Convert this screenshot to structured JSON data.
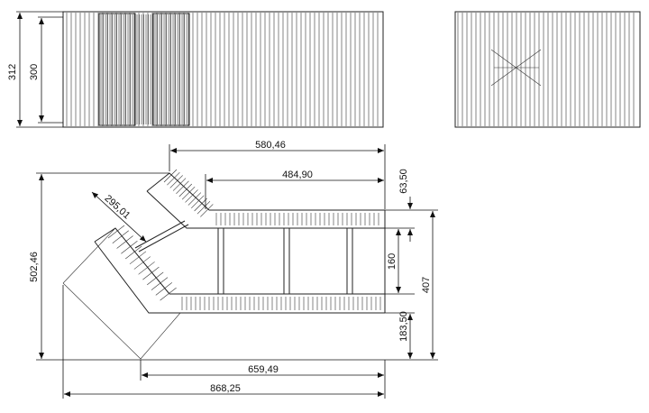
{
  "dimensions": {
    "front_outer_height": "312",
    "front_inner_height": "300",
    "top_length": "580,46",
    "top_straight_length": "484,90",
    "end_gap_top": "63,50",
    "diagonal_length": "295,01",
    "total_height": "502,46",
    "middle_width": "160",
    "overall_width": "407",
    "end_gap_bottom": "183,50",
    "straight_length": "659,49",
    "overall_length": "868,25"
  },
  "colors": {
    "line": "#222222",
    "background": "#ffffff"
  }
}
